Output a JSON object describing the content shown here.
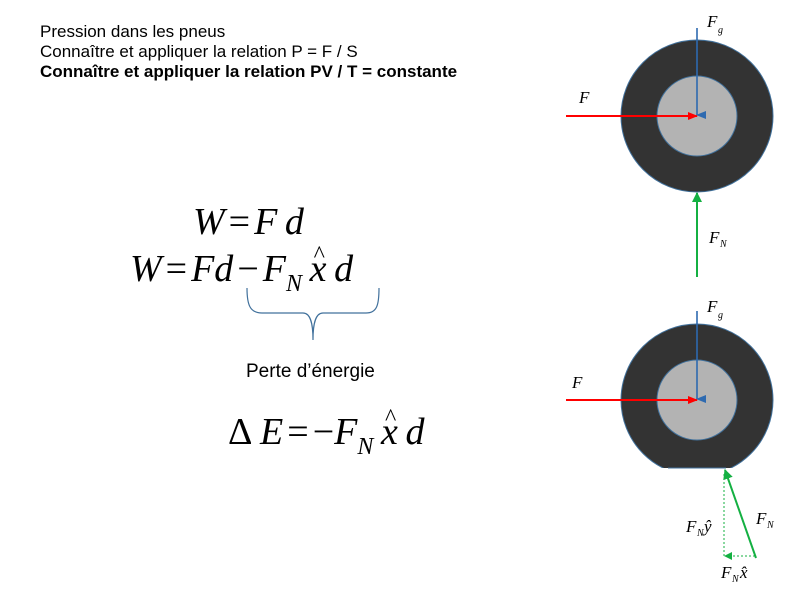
{
  "header": {
    "lines": [
      "Pression dans les pneus",
      "Connaître et appliquer la relation P = F / S",
      "Connaître et appliquer la relation PV / T = constante"
    ]
  },
  "equations": {
    "eq1": {
      "lhs": "W",
      "eq": "=",
      "f": "F",
      "d": "d"
    },
    "eq2": {
      "lhs": "W",
      "eq": "=",
      "fd": "Fd",
      "minus": "−",
      "f": "F",
      "sub": "N",
      "x": "x",
      "d": "d"
    },
    "brace_label": "Perte d’énergie",
    "eq3": {
      "delta": "Δ",
      "e": "E",
      "eq": "=",
      "minus": "−",
      "f": "F",
      "sub": "N",
      "x": "x",
      "d": "d"
    }
  },
  "diagrams": {
    "top": {
      "labels": {
        "F": "F",
        "Fg": "F",
        "Fg_sub": "g",
        "FN": "F",
        "FN_sub": "N"
      }
    },
    "bottom": {
      "labels": {
        "F": "F",
        "Fg": "F",
        "Fg_sub": "g",
        "FN": "F",
        "FN_sub": "N",
        "FNy": "F",
        "FNy_sub": "N",
        "FNy_hat": "ŷ",
        "FNx": "F",
        "FNx_sub": "N",
        "FNx_hat": "x̂"
      }
    },
    "colors": {
      "tire": "#333333",
      "rim": "#b3b3b3",
      "outline": "#41719c",
      "applied_force": "#ff0000",
      "gravity": "#2e6ab0",
      "normal": "#14b042"
    }
  }
}
